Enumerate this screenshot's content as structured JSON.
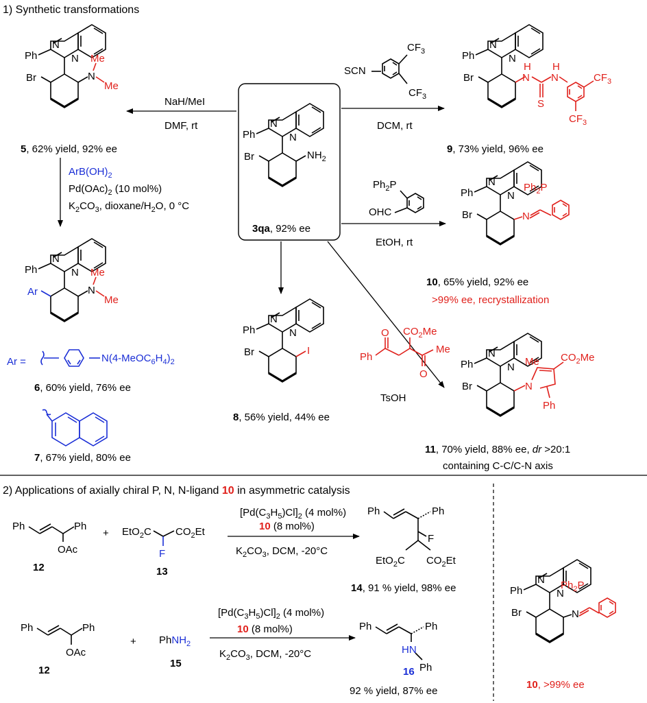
{
  "section1": {
    "title": "1) Synthetic transformations"
  },
  "section2": {
    "title": "2) Applications of axially chiral P, N, N-ligand",
    "ligand_ref": "10",
    "title_tail": "in asymmetric catalysis"
  },
  "atoms": {
    "N": "N",
    "Ph": "Ph",
    "Br": "Br",
    "NH2": "NH2",
    "Me": "Me",
    "Ar": "Ar",
    "I": "I",
    "S": "S",
    "H": "H",
    "O": "O",
    "F": "F",
    "CF3": "CF3",
    "Ph2P": "Ph2P",
    "OHC": "OHC",
    "SCN": "SCN",
    "CO2Me": "CO2Me",
    "OAc": "OAc",
    "HN": "HN",
    "EtO2C": "EtO2C",
    "CO2Et": "CO2Et",
    "PhNH2": "PhNH2"
  },
  "center": {
    "compound": "3qa",
    "caption": ", 92% ee"
  },
  "cmpd5": {
    "num": "5",
    "caption": ", 62% yield, 92% ee"
  },
  "cmpd6": {
    "num": "6",
    "caption": ", 60% yield, 76% ee",
    "ar_label": "Ar =",
    "substituent": "N(4-MeOC6H4)2"
  },
  "cmpd7": {
    "num": "7",
    "caption": ", 67% yield, 80% ee"
  },
  "cmpd8": {
    "num": "8",
    "caption": ", 56% yield, 44% ee"
  },
  "cmpd9": {
    "num": "9",
    "caption": ", 73% yield, 96% ee"
  },
  "cmpd10": {
    "num": "10",
    "caption": ", 65% yield, 92% ee",
    "note": ">99% ee, recrystallization"
  },
  "cmpd11": {
    "num": "11",
    "caption": ", 70% yield, 88% ee, ",
    "dr": "dr",
    "dr_value": " >20:1",
    "note": "containing C-C/C-N axis"
  },
  "arrows": {
    "to5_top": "NaH/MeI",
    "to5_bottom": "DMF, rt",
    "to6_1": "ArB(OH)2",
    "to6_2": "Pd(OAc)2 (10 mol%)",
    "to6_3": "K2CO3, dioxane/H2O, 0 °C",
    "to9_bottom": "DCM, rt",
    "to10_bottom": "EtOH, rt",
    "to11_bottom": "TsOH"
  },
  "rxn1": {
    "sm_num": "12",
    "reagent_num": "13",
    "plus": "+",
    "cond1": "[Pd(C3H5)Cl]2 (4 mol%)",
    "cond2_ligand": "10",
    "cond2_tail": " (8 mol%)",
    "cond3": "K2CO3, DCM, -20°C",
    "product_num": "14",
    "product_caption": ", 91 % yield, 98% ee"
  },
  "rxn2": {
    "sm_num": "12",
    "amine_num": "15",
    "plus": "+",
    "cond1": "[Pd(C3H5)Cl]2 (4 mol%)",
    "cond2_ligand": "10",
    "cond2_tail": " (8 mol%)",
    "cond3": "K2CO3, DCM, -20°C",
    "product_num": "16",
    "product_caption": "92 % yield, 87% ee"
  },
  "ligand_box": {
    "num": "10",
    "caption": ", >99% ee"
  }
}
